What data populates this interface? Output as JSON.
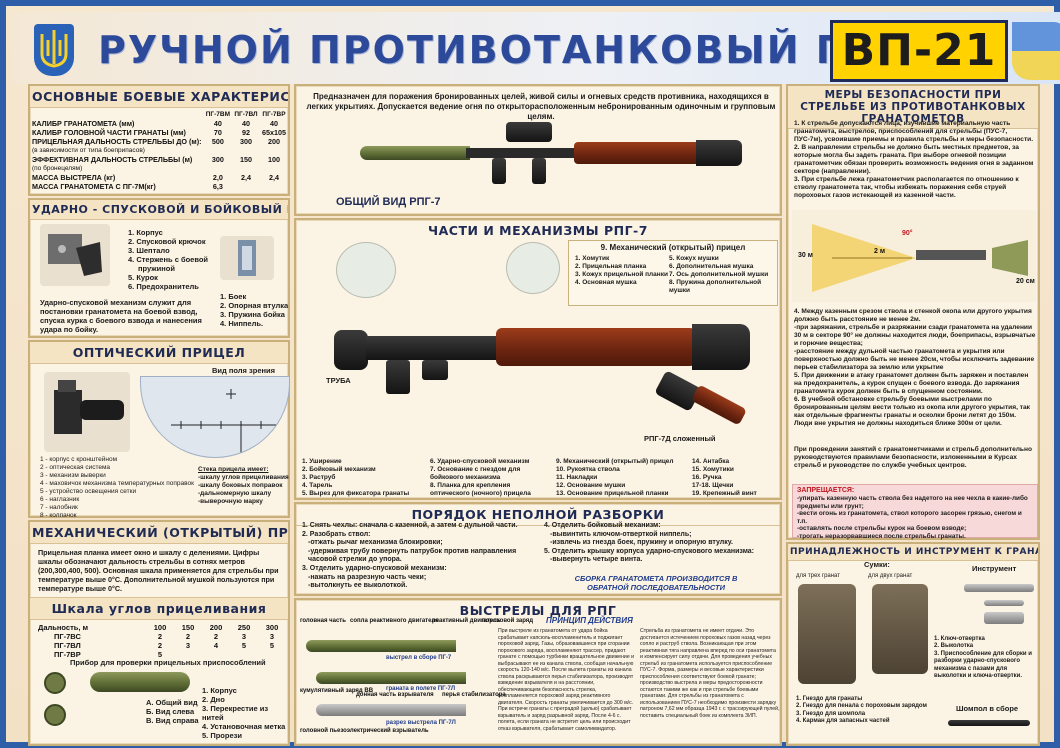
{
  "title": "РУЧНОЙ ПРОТИВОТАНКОВЫЙ ГРАНА",
  "badge": "ВП-21",
  "intro": "Предназначен для поражения бронированных целей, живой силы и огневых средств противника, находящихся в легких укрытиях. Допускается ведение огня по открыторасположенным небронированным одиночным и групповым целям.",
  "specs": {
    "title": "ОСНОВНЫЕ БОЕВЫЕ ХАРАКТЕРИСТИКИ",
    "cols": [
      "ПГ-7ВМ",
      "ПГ-7ВЛ",
      "ПГ-7ВР"
    ],
    "rows": [
      {
        "label": "КАЛИБР ГРАНАТОМЕТА (мм)",
        "v": [
          "40",
          "40",
          "40"
        ]
      },
      {
        "label": "КАЛИБР ГОЛОВНОЙ ЧАСТИ ГРАНАТЫ (мм)",
        "v": [
          "70",
          "92",
          "65х105"
        ]
      },
      {
        "label": "ПРИЦЕЛЬНАЯ ДАЛЬНОСТЬ СТРЕЛЬБЫ ДО (м):",
        "v": [
          "500",
          "300",
          "200"
        ]
      },
      {
        "label": "(в зависимости от типа боеприпасов)",
        "v": [
          "",
          "",
          ""
        ]
      },
      {
        "label": "ЭФФЕКТИВНАЯ ДАЛЬНОСТЬ СТРЕЛЬБЫ (м)",
        "v": [
          "300",
          "150",
          "100"
        ]
      },
      {
        "label": "(по бронецелям)",
        "v": [
          "",
          "",
          ""
        ]
      },
      {
        "label": "МАССА ВЫСТРЕЛА (кг)",
        "v": [
          "2,0",
          "2,4",
          "2,4"
        ]
      },
      {
        "label": "МАССА ГРАНАТОМЕТА С ПГ-7М(кг)",
        "v": [
          "6,3",
          "",
          ""
        ]
      }
    ]
  },
  "trigger": {
    "title": "УДАРНО - СПУСКОВОЙ И БОЙКОВЫЙ МЕХАНИЗМ",
    "list1": [
      "1. Корпус",
      "2. Спусковой крючок",
      "3. Шептало",
      "4. Стержень с боевой",
      "пружиной",
      "5. Курок",
      "6. Предохранитель"
    ],
    "list2": [
      "1. Боек",
      "2. Опорная втулка",
      "3. Пружина бойка",
      "4. Ниппель."
    ],
    "note": "Ударно-спусковой механизм служит для постановки гранатомета на боевой взвод, спуска курка с боевого взвода и нанесения удара по бойку."
  },
  "optical": {
    "title": "ОПТИЧЕСКИЙ ПРИЦЕЛ",
    "field_label": "Вид поля зрения",
    "list": [
      "1 - корпус с кронштейном",
      "2 - оптическая система",
      "3 - механизм выверки",
      "4 - маховичок механизма температурных поправок",
      "5 - устройство освещения сетки",
      "6 - наглазник",
      "7 - налобник",
      "8 - колпачок"
    ],
    "reticle_title": "Стека прицела имеет:",
    "reticle": [
      "-шкалу углов прицеливания",
      "-шкалу боковых поправок",
      "-дальномерную шкалу",
      "-выверочную марку"
    ]
  },
  "mechanical": {
    "title": "МЕХАНИЧЕСКИЙ (ОТКРЫТЫЙ) ПРИЦЕЛ",
    "text": "Прицельная планка имеет окно и шкалу с делениями. Цифры шкалы обозначают дальность стрельбы в сотнях метров (200,300,400, 500). Основная шкала применяется для стрельбы при температуре выше 0°С. Дополнительной мушкой пользуются при температуре выше 0°С."
  },
  "angles": {
    "title": "Шкала углов прицеливания",
    "head": [
      "Дальность, м",
      "100",
      "150",
      "200",
      "250",
      "300"
    ],
    "rows": [
      [
        "ПГ-7ВС",
        "2",
        "2",
        "2",
        "3",
        "3"
      ],
      [
        "ПГ-7ВЛ",
        "2",
        "3",
        "4",
        "5",
        "5"
      ],
      [
        "ПГ-7ВР",
        "5",
        "",
        "",
        "",
        ""
      ]
    ]
  },
  "device": {
    "title": "Прибор для проверки прицельных приспособлений",
    "views": [
      "А. Общий вид",
      "Б. Вид слева",
      "В. Вид справа"
    ],
    "parts": [
      "1. Корпус",
      "2. Дно",
      "3. Перекрестие из нитей",
      "4. Установочная метка",
      "5. Прорези"
    ]
  },
  "general_view": "ОБЩИЙ ВИД РПГ-7",
  "parts_title": "ЧАСТИ И МЕХАНИЗМЫ РПГ-7",
  "open_sight": {
    "title": "9. Механический (открытый) прицел",
    "col1": [
      "1. Хомутик",
      "2. Прицельная планка",
      "3. Кожух прицельной планки",
      "4. Основная мушка"
    ],
    "col2": [
      "5. Кожух мушки",
      "6. Дополнительная мушка",
      "7. Ось дополнительной мушки",
      "8. Пружина дополнительной мушки"
    ]
  },
  "tube_label": "ТРУБА",
  "rpg7d_label": "РПГ-7Д сложенный",
  "parts_list": {
    "col1": [
      "1. Уширение",
      "2. Бойковый механизм",
      "3. Раструб",
      "4. Тарель",
      "5. Вырез для фиксатора гранаты"
    ],
    "col2": [
      "6. Ударно-спусковой механизм",
      "7. Основание с гнездом для бойкового механизма",
      "8. Планка для крепления оптического (ночного) прицела"
    ],
    "col3": [
      "9. Механический (открытый) прицел",
      "10. Рукоятка ствола",
      "11. Накладки",
      "12. Основание мушки",
      "13. Основание прицельной планки"
    ],
    "col4": [
      "14. Антабка",
      "15. Хомутики",
      "16. Ручка",
      "17-18. Щечки",
      "19. Крепежный винт"
    ]
  },
  "disassembly": {
    "title": "ПОРЯДОК НЕПОЛНОЙ РАЗБОРКИ",
    "left": [
      "1. Снять чехлы: сначала с казенной, а затем с дульной части.",
      "2. Разобрать ствол:",
      "-отжать рычаг механизма блокировки;",
      "-удерживая трубу повернуть патрубок против направления часовой стрелки до упора.",
      "3. Отделить ударно-спусковой механизм:",
      "-нажать на разрезную часть чеки;",
      "-вытолкнуть ее выколоткой."
    ],
    "right": [
      "4. Отделить бойковый механизм:",
      "-вывинтить ключом-отверткой ниппель;",
      "-извлечь из гнезда боек, пружину и опорную втулку.",
      "5. Отделить крышку корпуса ударно-спускового механизма:",
      "-вывернуть четыре винта."
    ],
    "note": "СБОРКА ГРАНАТОМЕТА ПРОИЗВОДИТСЯ В ОБРАТНОЙ ПОСЛЕДОВАТЕЛЬНОСТИ"
  },
  "rounds": {
    "title": "ВЫСТРЕЛЫ ДЛЯ РПГ",
    "principle": "ПРИНЦИП ДЕЙСТВИЯ",
    "labels": [
      "головная часть",
      "сопла реактивного двигателя",
      "реактивный двигатель",
      "пороховой заряд",
      "выстрел в сборе ПГ-7",
      "граната в полете ПГ-7Л",
      "кумулятивный заряд ВВ",
      "донная часть взрывателя",
      "перья стабилизатора",
      "разрез выстрела ПГ-7Л",
      "головной пьезоэлектрический взрыватель"
    ],
    "text1": "При выстреле из гранатомета от удара бойка срабатывает капсюль-воспламенитель и поджигает пороховой заряд. Газы, образовавшиеся при сгорании порохового заряда, воспламеняют трассер, придают гранате с помощью турбинки вращательное движение и выбрасывают ее из канала ствола, сообщая начальную скорость 120-140 м/с. После вылета гранаты из канала ствола раскрываются перья стабилизатора, производят взведение взрывателя и на расстоянии, обеспечивающем безопасность стрелка, воспламеняется пороховой заряд реактивного двигателя. Скорость гранаты увеличивается до 300 м/с. При встрече гранаты с преградой (целью) срабатывает взрыватель и заряд разрывной заряд. После 4-6 с. полета, если граната не встретит цель или происходит отказ взрывателя, срабатывает самоликвидатор.",
    "text2": "Стрельба из гранатомета не имеет отдачи. Это достигается истечением пороховых газов назад через сопло и раструб ствола. Возникающая при этом реактивная тяга направлена вперед по оси гранатомета и компенсирует силу отдачи. Для проведения учебных стрельб из гранатомета используется приспособление ПУС-7. Форма, размеры и весовые характеристики приспособления соответствуют боевой гранате; производство выстрела и меры предосторожности остаются такими же как и при стрельбе боевыми гранатами. Для стрельбы из гранатомета с использованием ПУС-7 необходимо произвести зарядку патроном 7,62 мм образца 1943 г. с трассирующей пулей, поставить специальный боек из комплекта ЗИП."
  },
  "safety": {
    "title": "МЕРЫ БЕЗОПАСНОСТИ ПРИ СТРЕЛЬБЕ ИЗ ПРОТИВОТАНКОВЫХ ГРАНАТОМЕТОВ",
    "items1": [
      "1. К стрельбе допускаются лица, изучившие материальную часть гранатомета, выстрелов, приспособлений для стрельбы (ПУС-7, ПУС-7м), усвоившие приемы и правила стрельбы и меры безопасности.",
      "2. В направлении стрельбы не должно быть местных предметов, за которые могла бы задеть граната. При выборе огневой позиции гранатометчик обязан проверить возможность ведения огня в заданном секторе (направлении).",
      "3. При стрельбе лежа гранатометчик располагается по отношению к стволу гранатомета так, чтобы избежать поражения себя струей пороховых газов истекающей из казенной части."
    ],
    "distances": [
      "30 м",
      "2 м",
      "20 см",
      "90°"
    ],
    "items2": [
      "4. Между казенным срезом ствола и стенкой окопа или другого укрытия должно быть расстояние не менее 2м.",
      "-при заряжании, стрельбе и разряжании сзади гранатомета на удалении 30 м в секторе 90° не должны находится люди, боеприпасы, взрывчатые и горючие вещества;",
      "-расстояние между дульной частью гранатомета и укрытия или поверхностью должно быть не менее 20см, чтобы исключить задевание перьев стабилизатора за землю или укрытие",
      "5. При движении в атаку гранатомет должен быть заряжен и поставлен на предохранитель, а курок спущен с боевого взвода. До заряжания гранатомета курок должен быть в спущенном состоянии.",
      "6. В учебной обстановке стрельбу боевыми выстрелами по бронированным целям вести только из окопа или другого укрытия, так как отдельные фрагменты гранаты и осколки брони летят до 150м. Люди вне укрытия не должны находиться ближе 300м от цели."
    ],
    "training": "При проведении занятий с гранатометчиками и стрельб дополнительно руководствуются правилами безопасности, изложенными в Курсах стрельб и руководстве по службе учебных центров.",
    "forbidden_title": "ЗАПРЕЩАЕТСЯ:",
    "forbidden": [
      "-упирать казенную часть ствола без надетого на нее чехла в какие-либо предметы или грунт;",
      "-вести огонь из гранатомета, ствол которого засорен грязью, снегом и т.п.",
      "-оставлять после стрельбы курок на боевом взводе;",
      "-трогать неразорвавшиеся после стрельбы гранаты."
    ]
  },
  "tools": {
    "title": "ПРИНАДЛЕЖНОСТЬ И ИНСТРУМЕНТ К ГРАНАТОМЕТУ",
    "bags": "Сумки:",
    "bag3": "для трех гранат",
    "bag2": "для двух гранат",
    "instrument": "Инструмент",
    "instr_list": [
      "1. Ключ-отвертка",
      "2. Выколотка",
      "3. Приспособление для сборки и разборки ударно-спускового механизма с пазами для выколотки и ключа-отвертки."
    ],
    "bag_list": [
      "1. Гнездо для гранаты",
      "2. Гнездо для пенала с пороховым зарядом",
      "3. Гнездо для шомпола",
      "4. Карман для запасных частей"
    ],
    "ramrod": "Шомпол в сборе"
  }
}
